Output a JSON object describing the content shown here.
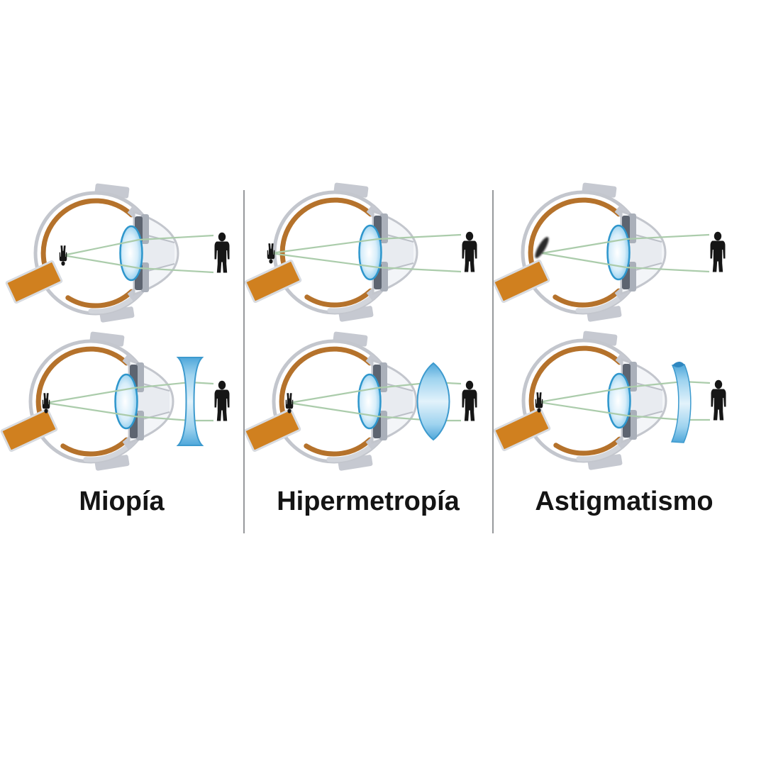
{
  "columns": [
    {
      "label": "Miopía",
      "top": {
        "name": "myopia-uncorrected-diagram",
        "focus": "before-retina",
        "corrective_lens": "none"
      },
      "bottom": {
        "name": "myopia-corrected-diagram",
        "focus": "on-retina",
        "corrective_lens": "concave-lens"
      }
    },
    {
      "label": "Hipermetropía",
      "top": {
        "name": "hyperopia-uncorrected-diagram",
        "focus": "behind-retina",
        "corrective_lens": "none"
      },
      "bottom": {
        "name": "hyperopia-corrected-diagram",
        "focus": "on-retina",
        "corrective_lens": "convex-lens"
      }
    },
    {
      "label": "Astigmatismo",
      "top": {
        "name": "astigmatism-uncorrected-diagram",
        "focus": "blurred-on-retina",
        "corrective_lens": "none"
      },
      "bottom": {
        "name": "astigmatism-corrected-diagram",
        "focus": "on-retina",
        "corrective_lens": "cylindrical-lens"
      }
    }
  ],
  "colors": {
    "background": "#ffffff",
    "divider": "#97999c",
    "label_text": "#141414",
    "sclera_outline": "#c3c6cd",
    "sclera_shading": "#d2d5db",
    "muscle_gray": "#c6c9d1",
    "ciliary_gray": "#aab0ba",
    "cornea_fill": "#f3f5f8",
    "anterior_chamber": "#e8ebf0",
    "choroid_orange": "#b5722b",
    "optic_nerve_orange": "#d0801f",
    "iris_gray": "#5d6470",
    "lens_blue_edge": "#2e96cc",
    "corrective_lens_blue": "#3d9ace",
    "cylinder_cap_blue": "#2f87c0",
    "ray_green": "#abccab",
    "silhouette_black": "#161616"
  }
}
